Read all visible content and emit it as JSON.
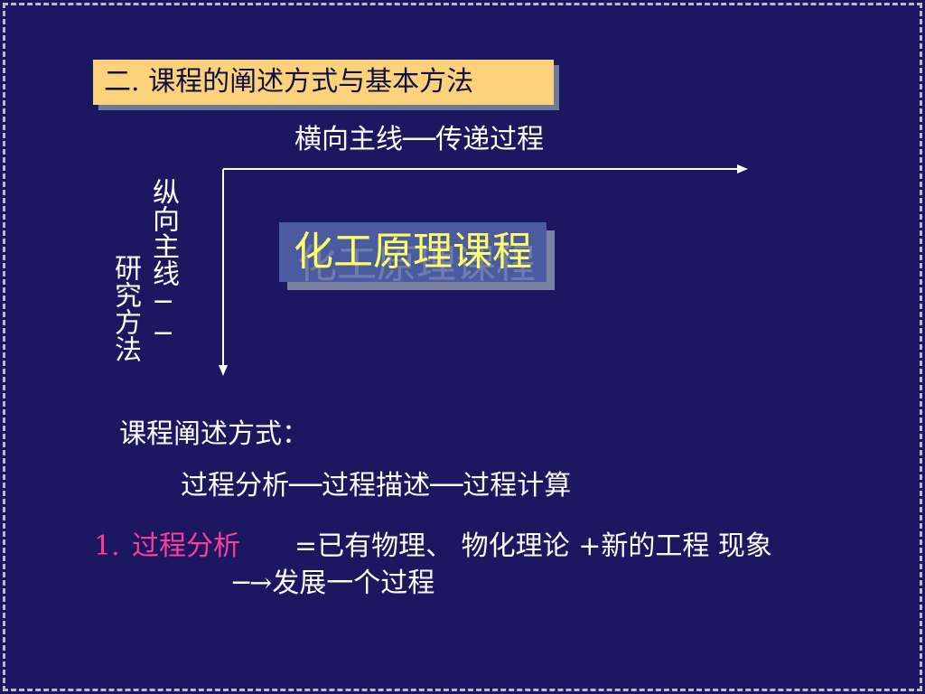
{
  "slide": {
    "section_title": "二. 课程的阐述方式与基本方法",
    "horizontal_label": "横向主线──传递过程",
    "vertical_label_col1": "纵向主线──",
    "vertical_label_col2": "研究方法",
    "course_box": "化工原理课程",
    "exposition_label": "课程阐述方式：",
    "process_line": "过程分析──过程描述──过程计算",
    "item": {
      "number": "1.",
      "name": "过程分析",
      "definition": "=已有物理、 物化理论 +新的工程 现象",
      "result": "─→发展一个过程"
    }
  },
  "colors": {
    "background": "#1c1761",
    "title_box": "#fbd17a",
    "course_box": "#4a5ba0",
    "course_text": "#ffff66",
    "highlight": "#ff3c99"
  }
}
